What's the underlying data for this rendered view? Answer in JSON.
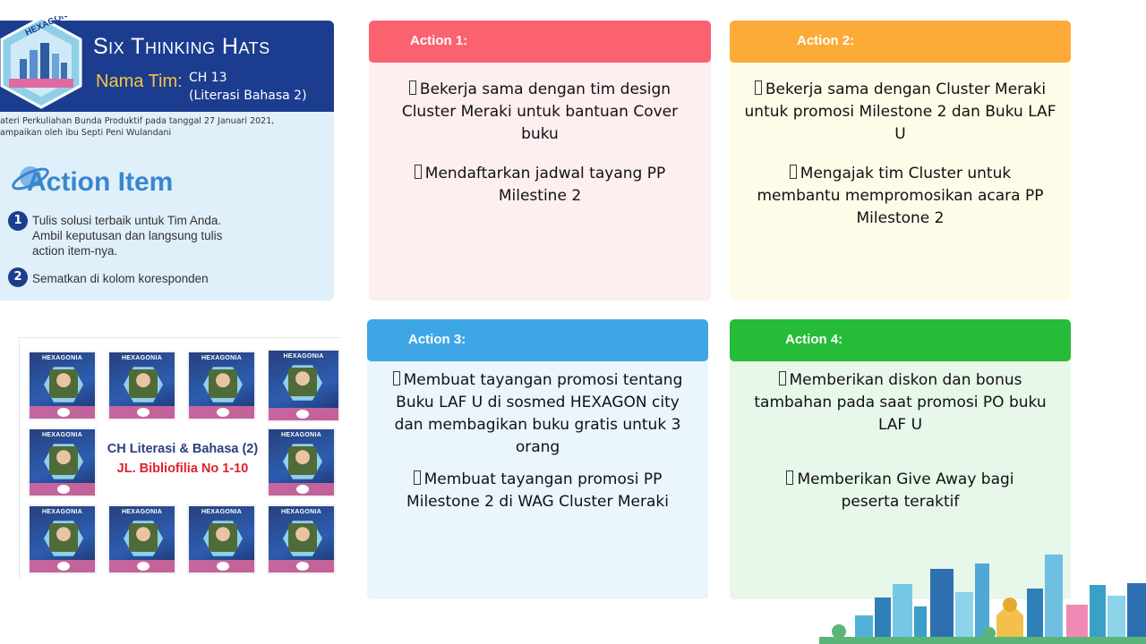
{
  "header": {
    "logo_text": "HEXAGON city",
    "title": "Six Thinking Hats",
    "team_label": "Nama Tim:",
    "team_value_line1": "CH 13",
    "team_value_line2": "(Literasi Bahasa 2)",
    "note_line1": "ateri Perkuliahan Bunda Produktif pada tanggal 27 Januari 2021,",
    "note_line2": "ampaikan oleh ibu Septi Peni Wulandani"
  },
  "action_item": {
    "title": "Action Item",
    "steps": [
      {
        "num": "1",
        "text": "Tulis solusi terbaik untuk Tim Anda. Ambil keputusan dan langsung tulis action item-nya."
      },
      {
        "num": "2",
        "text": "Sematkan di kolom koresponden"
      }
    ]
  },
  "collage": {
    "tile_brand": "HEXAGONIA",
    "title": "CH Literasi & Bahasa (2)",
    "subtitle": "JL. Bibliofilia No 1-10"
  },
  "cards": [
    {
      "label": "Action 1:",
      "items": [
        "Bekerja sama dengan tim design Cluster Meraki untuk bantuan Cover buku",
        "Mendaftarkan jadwal tayang PP Milestine 2"
      ]
    },
    {
      "label": "Action 2:",
      "items": [
        "Bekerja sama dengan Cluster Meraki untuk promosi  Milestone 2 dan Buku LAF U",
        "Mengajak tim Cluster untuk membantu mempromosikan acara PP Milestone 2"
      ]
    },
    {
      "label": "Action 3:",
      "items": [
        "Membuat tayangan promosi tentang Buku LAF U di sosmed HEXAGON city dan membagikan buku gratis untuk 3 orang",
        "Membuat tayangan promosi PP Milestone 2 di WAG Cluster Meraki"
      ]
    },
    {
      "label": "Action 4:",
      "items": [
        "Memberikan diskon dan  bonus tambahan pada saat promosi PO buku LAF U",
        "Memberikan Give Away bagi peserta teraktif"
      ]
    }
  ],
  "colors": {
    "header_blue": "#1c3d8f",
    "action1": "#fb6270",
    "action2": "#fcaa38",
    "action3": "#3fa6e6",
    "action4": "#26bb38"
  }
}
